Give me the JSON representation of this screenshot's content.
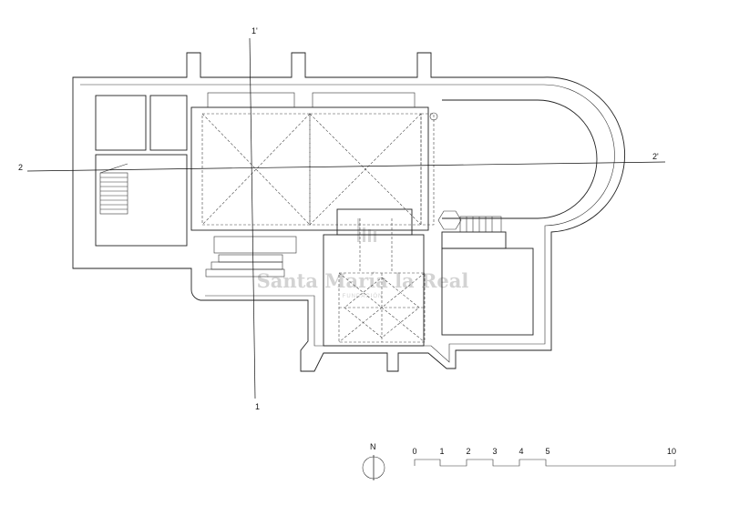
{
  "section_labels": {
    "one_top": "1'",
    "one_bottom": "1",
    "two_left": "2",
    "two_right": "2'"
  },
  "north_label": "N",
  "watermark": {
    "title": "Santa María la Real",
    "subtitle": "FUNDACIÓN"
  },
  "scale_bar": {
    "ticks": [
      "0",
      "1",
      "2",
      "3",
      "4",
      "5",
      "10"
    ]
  }
}
